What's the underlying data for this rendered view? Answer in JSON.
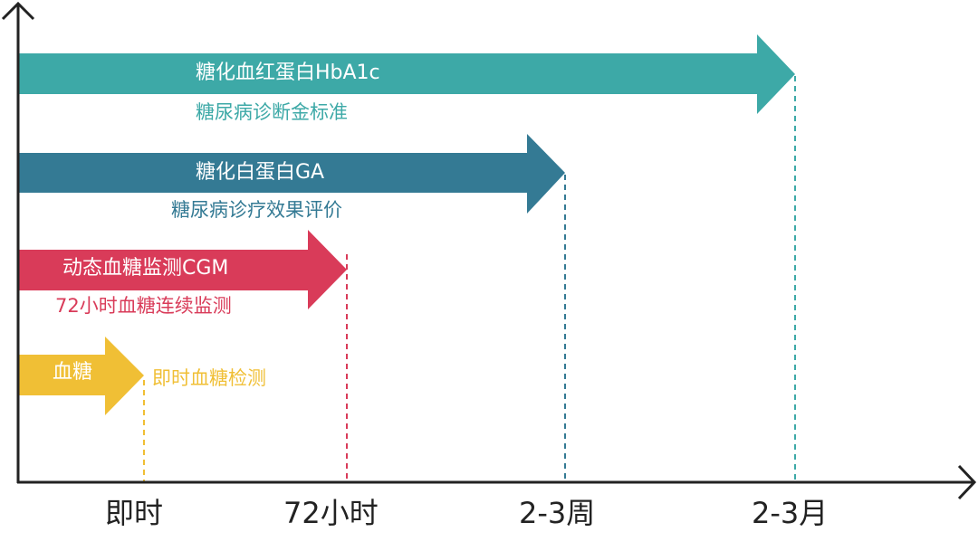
{
  "colors": {
    "hba1c": "#3da9a7",
    "ga": "#347a94",
    "cgm": "#d93b59",
    "glucose": "#f0bf35",
    "axis": "#222222",
    "tick_text": "#222222"
  },
  "bars": [
    {
      "id": "hba1c",
      "label": "糖化血红蛋白HbA1c",
      "sublabel": "糖尿病诊断金标准"
    },
    {
      "id": "ga",
      "label": "糖化白蛋白GA",
      "sublabel": "糖尿病诊疗效果评价"
    },
    {
      "id": "cgm",
      "label": "动态血糖监测CGM",
      "sublabel": "72小时血糖连续监测"
    },
    {
      "id": "glucose",
      "label": "血糖",
      "sublabel": "即时血糖检测"
    }
  ],
  "axis": {
    "ticks": [
      "即时",
      "72小时",
      "2-3周",
      "2-3月"
    ]
  }
}
